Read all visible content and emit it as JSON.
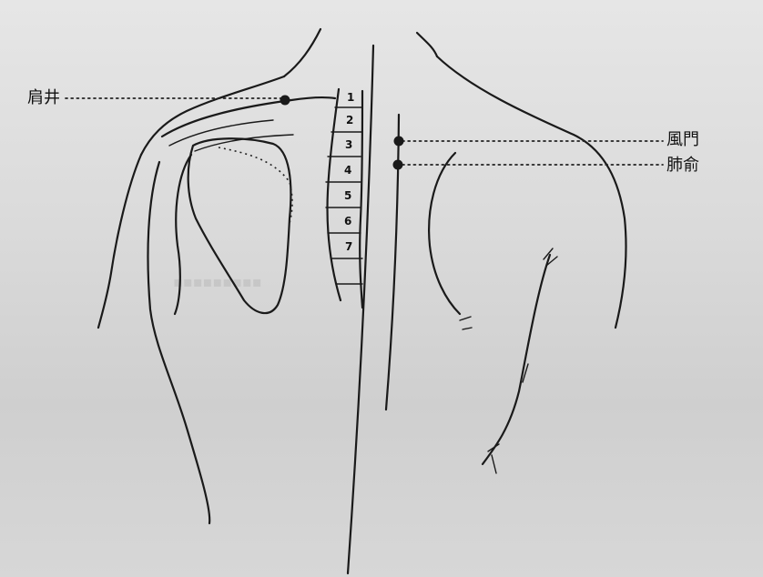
{
  "acupoints": [
    {
      "name": "肩井"
    },
    {
      "name": "風門"
    },
    {
      "name": "肺俞"
    }
  ],
  "vertebrae": [
    "1",
    "2",
    "3",
    "4",
    "5",
    "6",
    "7"
  ]
}
